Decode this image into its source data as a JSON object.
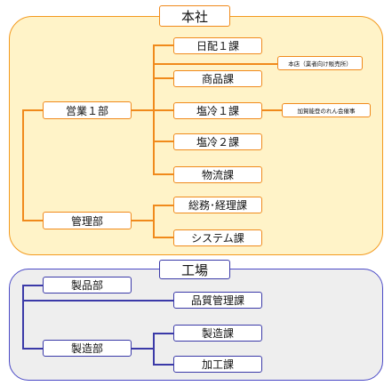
{
  "headquarters": {
    "title": "本社",
    "sales_dept": "営業１部",
    "sales_sections": [
      "日配１課",
      "商品課",
      "塩冷１課",
      "塩冷２課",
      "物流課"
    ],
    "admin_dept": "管理部",
    "admin_sections": [
      "総務･経理課",
      "システム課"
    ],
    "notes": {
      "nikka": "本店（業者向け販売所）",
      "enrei": "加賀能登のれん会催事"
    }
  },
  "factory": {
    "title": "工場",
    "products_dept": "製品部",
    "quality_section": "品質管理課",
    "manufacturing_dept": "製造部",
    "manufacturing_sections": [
      "製造課",
      "加工課"
    ]
  },
  "colors": {
    "hq_border": "#f08a1c",
    "hq_fill": "#fff3c8",
    "factory_border": "#3b3aa8",
    "factory_fill": "#eeeeee"
  }
}
